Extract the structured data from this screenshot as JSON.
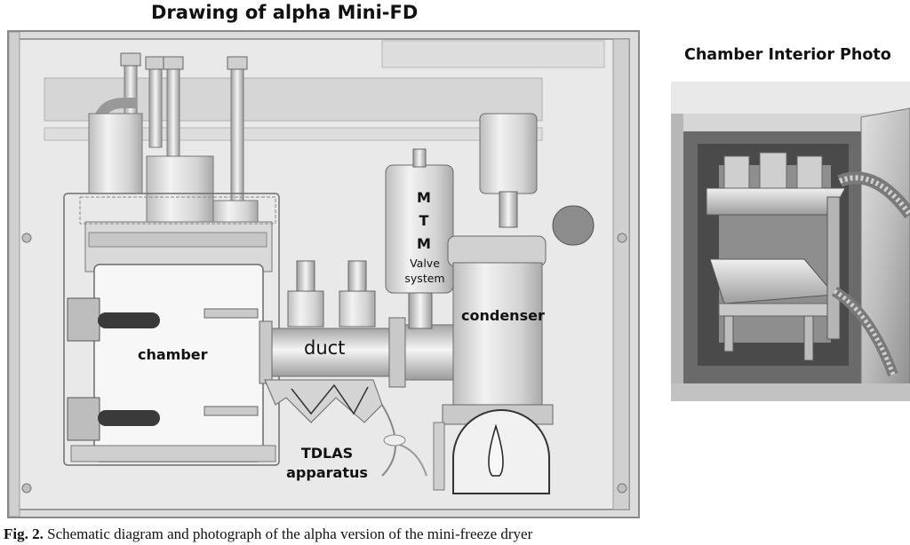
{
  "titles": {
    "drawing": "Drawing of alpha Mini-FD",
    "photo": "Chamber Interior Photo"
  },
  "labels": {
    "chamber": "chamber",
    "duct": "duct",
    "mtm": [
      "M",
      "T",
      "M"
    ],
    "valve_system": [
      "Valve",
      "system"
    ],
    "condenser": "condenser",
    "tdlas": [
      "TDLAS",
      "apparatus"
    ]
  },
  "caption": {
    "figure_number": "Fig. 2.",
    "text": "Schematic diagram and photograph of the alpha version of the mini-freeze dryer"
  }
}
